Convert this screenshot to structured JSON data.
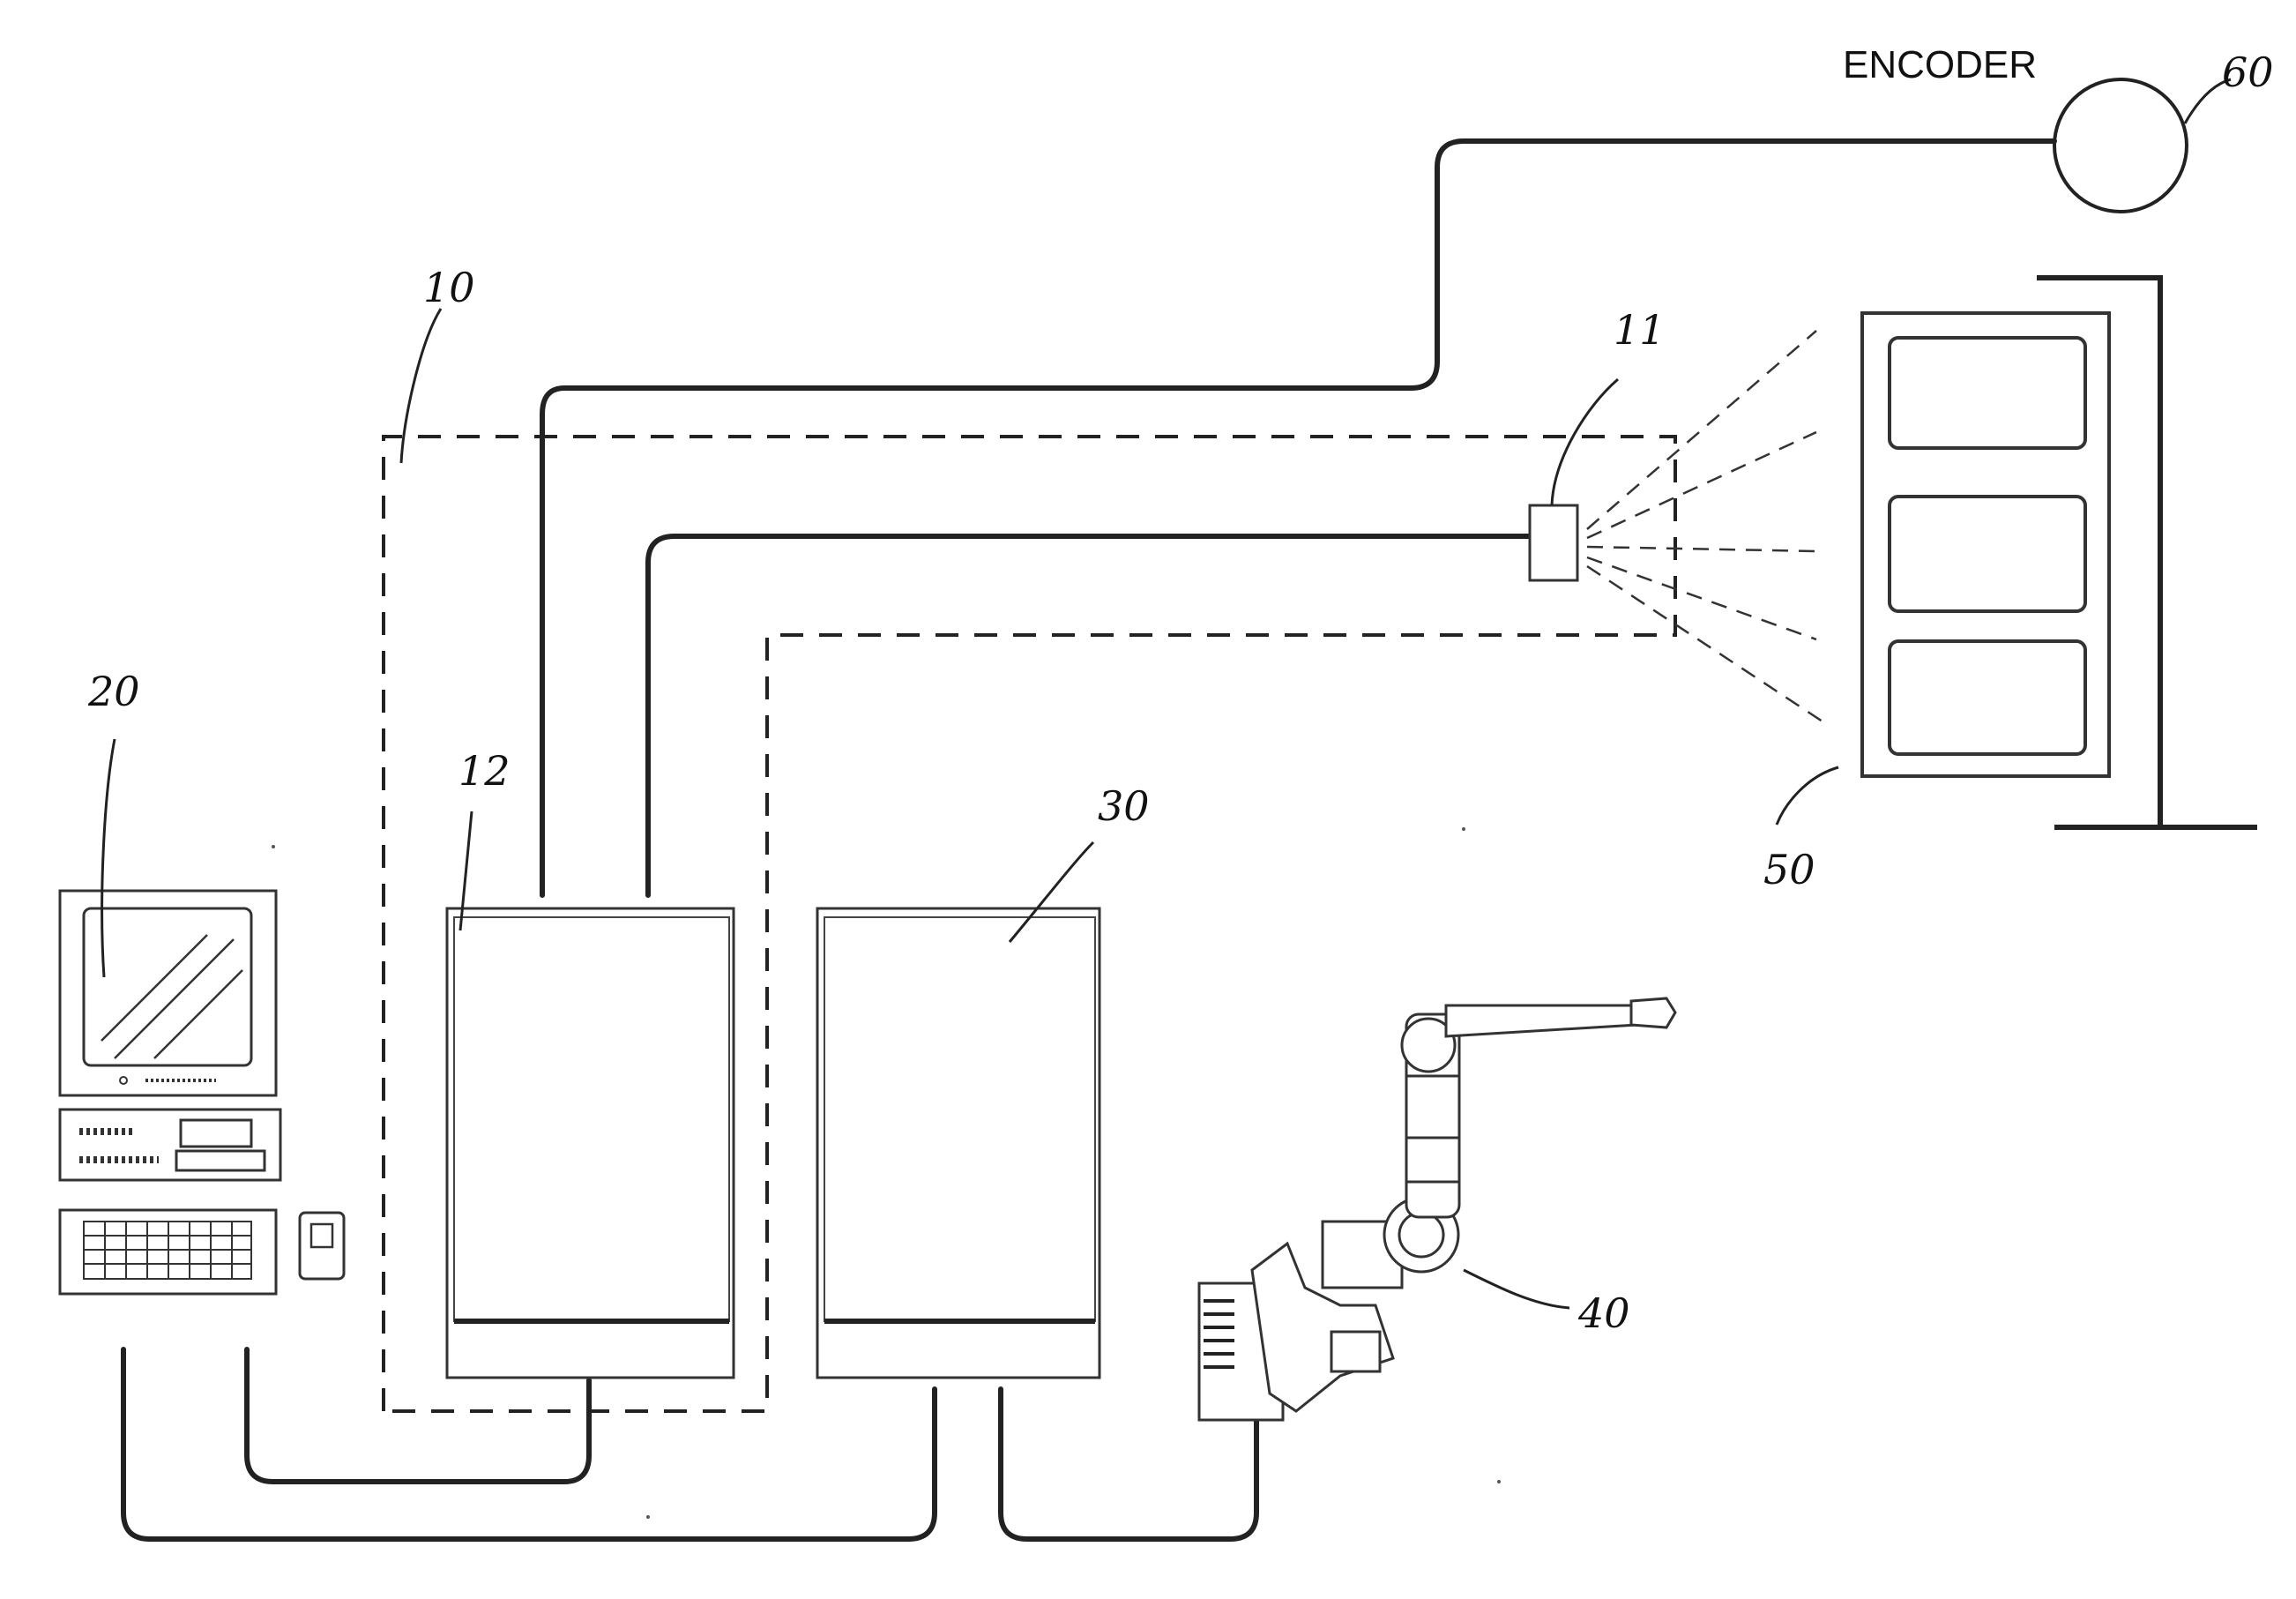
{
  "labels": {
    "encoder": "ENCODER",
    "encoder_ref": "60",
    "scanner_group_ref": "10",
    "sensor_ref": "11",
    "computer_ref": "20",
    "control_unit_ref": "12",
    "robot_controller_ref": "30",
    "robot_ref": "40",
    "panel_ref": "50"
  }
}
